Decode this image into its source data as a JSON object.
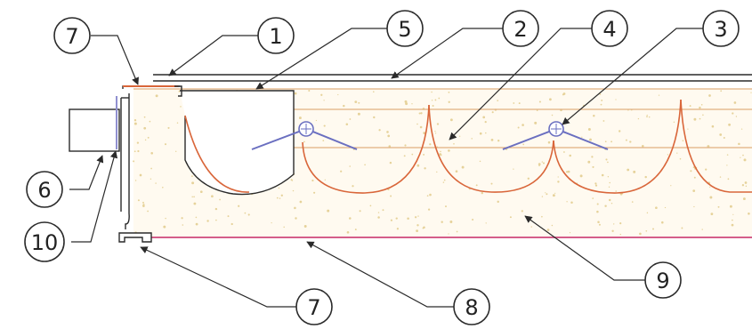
{
  "diagram": {
    "colors": {
      "line": "#2a2a2a",
      "orange": "#d9663a",
      "blue": "#6a6fc0",
      "pink": "#d45e8a",
      "fill_bg": "#fffaf0",
      "speck": "#e6d29a"
    },
    "callouts": [
      {
        "id": "c7-top",
        "label": "7"
      },
      {
        "id": "c1",
        "label": "1"
      },
      {
        "id": "c5",
        "label": "5"
      },
      {
        "id": "c2",
        "label": "2"
      },
      {
        "id": "c4",
        "label": "4"
      },
      {
        "id": "c3",
        "label": "3"
      },
      {
        "id": "c6",
        "label": "6"
      },
      {
        "id": "c10",
        "label": "10"
      },
      {
        "id": "c7-bottom",
        "label": "7"
      },
      {
        "id": "c8",
        "label": "8"
      },
      {
        "id": "c9",
        "label": "9"
      }
    ]
  }
}
